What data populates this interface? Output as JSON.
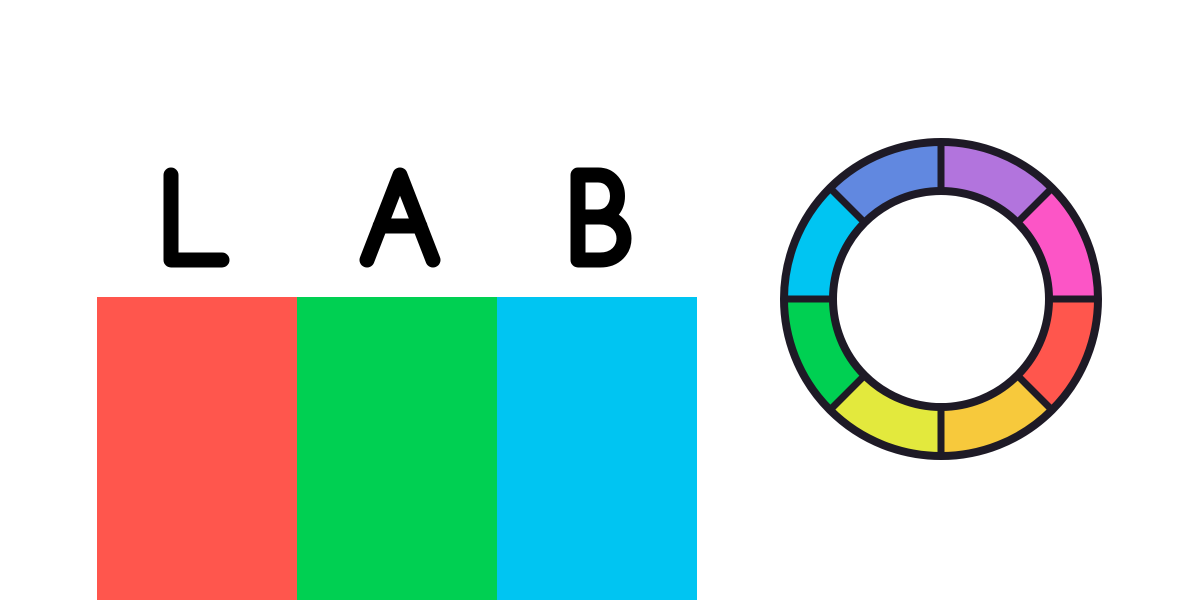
{
  "logo": {
    "letters": [
      "L",
      "A",
      "B"
    ],
    "stroke_color": "#000000"
  },
  "swatches": [
    {
      "name": "red",
      "color": "#ff564d"
    },
    {
      "name": "green",
      "color": "#00d052"
    },
    {
      "name": "blue",
      "color": "#00c5f2"
    }
  ],
  "color_wheel": {
    "outline_color": "#1e1a26",
    "segments": [
      {
        "name": "purple",
        "color": "#b274dd"
      },
      {
        "name": "magenta",
        "color": "#fc55c6"
      },
      {
        "name": "red",
        "color": "#ff564d"
      },
      {
        "name": "orange",
        "color": "#f7c93c"
      },
      {
        "name": "yellow",
        "color": "#e3e93d"
      },
      {
        "name": "green",
        "color": "#00d052"
      },
      {
        "name": "cyan",
        "color": "#00c5f2"
      },
      {
        "name": "blue",
        "color": "#6188e0"
      }
    ]
  }
}
